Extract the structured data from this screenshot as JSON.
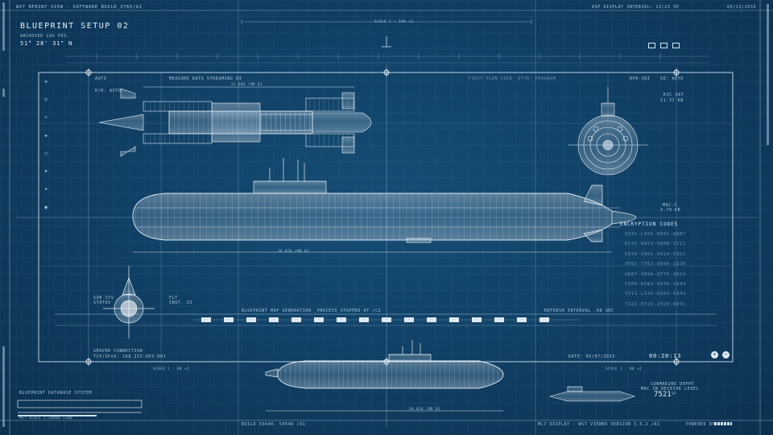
{
  "header": {
    "app_title": "WST BPRINT VIEW - SOFTWARE BUILD_3765/A1",
    "display_interval": "DSP DISPLAY INTERVAL: 12/23 SP",
    "date": "05/11/2033"
  },
  "title_block": {
    "title": "BLUEPRINT SETUP 02",
    "subtitle": "ARCHIVED LOG POS.",
    "coords": "51° 28' 31\" N"
  },
  "scales": {
    "top": "SCALE 1 : 100 +2",
    "left_bottom": "SCALE 1 : 80 +2",
    "right_bottom": "SCALE 1 : 80 +2"
  },
  "top_view": {
    "auto_label": "AUTO",
    "rh_auto": "R/H: AUTO",
    "measure": "MEASURE DATA STREAMING 03",
    "dim_top": "33.600 /MD 01",
    "first_plan": "FIRST PLAN VIEW 'UTTK' PROGRAM"
  },
  "front_view": {
    "ref": "RFR-303",
    "auto": "SE: AUTO",
    "sat_label": "K3C SAT",
    "sat_value": "11.37 KB"
  },
  "side_view": {
    "mac_label": "MAC-C",
    "mac_value": "3.79 KB",
    "dim_bottom": "30.026 /MD 01"
  },
  "encryption": {
    "heading": "ENCRYPTION CODES",
    "codes": [
      "3331-L455-8001-6887",
      "6231-8423-3068-2711",
      "5839-2001-0024-5302",
      "3097-7763-8090-1826",
      "3887-3090-8775-9024",
      "3306-A5W3-0038-2044",
      "3312-L330-8003-0443",
      "7322-8723-2028-8891"
    ]
  },
  "rear_view": {
    "sub_sys": "SUB SYS",
    "status": "STATUS",
    "flt": "FLT",
    "inst": "INST. 33"
  },
  "progress": {
    "label": "BLUEPRINT MAP GENERATION _PROCESS STOPPED AT /C2",
    "refresh": "REFRESH INTERVAL .00 SEC",
    "scale_marks": [
      "-",
      "-",
      "-",
      "-",
      "-",
      "-",
      "-",
      "-",
      "-",
      "-",
      "-",
      "-",
      "-",
      "-",
      "-",
      "-"
    ]
  },
  "server": {
    "label": "SERVER CONNECTION",
    "ip": "TCP/IPv6: 168.215.055.001"
  },
  "status": {
    "date": "DATE: 05/07/2033",
    "timer": "00:20:13"
  },
  "bottom_view": {
    "dim": "30.026 /MD 02"
  },
  "database": {
    "label": "BLUEPRINT DATABASE SYSTEM",
    "scale": "MST SCALE 1:10000 +100"
  },
  "submarine_info": {
    "line1": "SUBMARINE DEPHT",
    "line2": "MAC IN RECEIVE LEVEL",
    "value": "7521",
    "unit": "SP"
  },
  "footer": {
    "build": "BUILD 33440- 54546 /A1",
    "display": "ML7 DISPLAY - WST VIEWER VERSION 3.5.2 /A1",
    "powered": "POWERED BY"
  },
  "colors": {
    "background": "#114166",
    "line": "#cfe3f2",
    "accent": "#e3f0fa"
  }
}
